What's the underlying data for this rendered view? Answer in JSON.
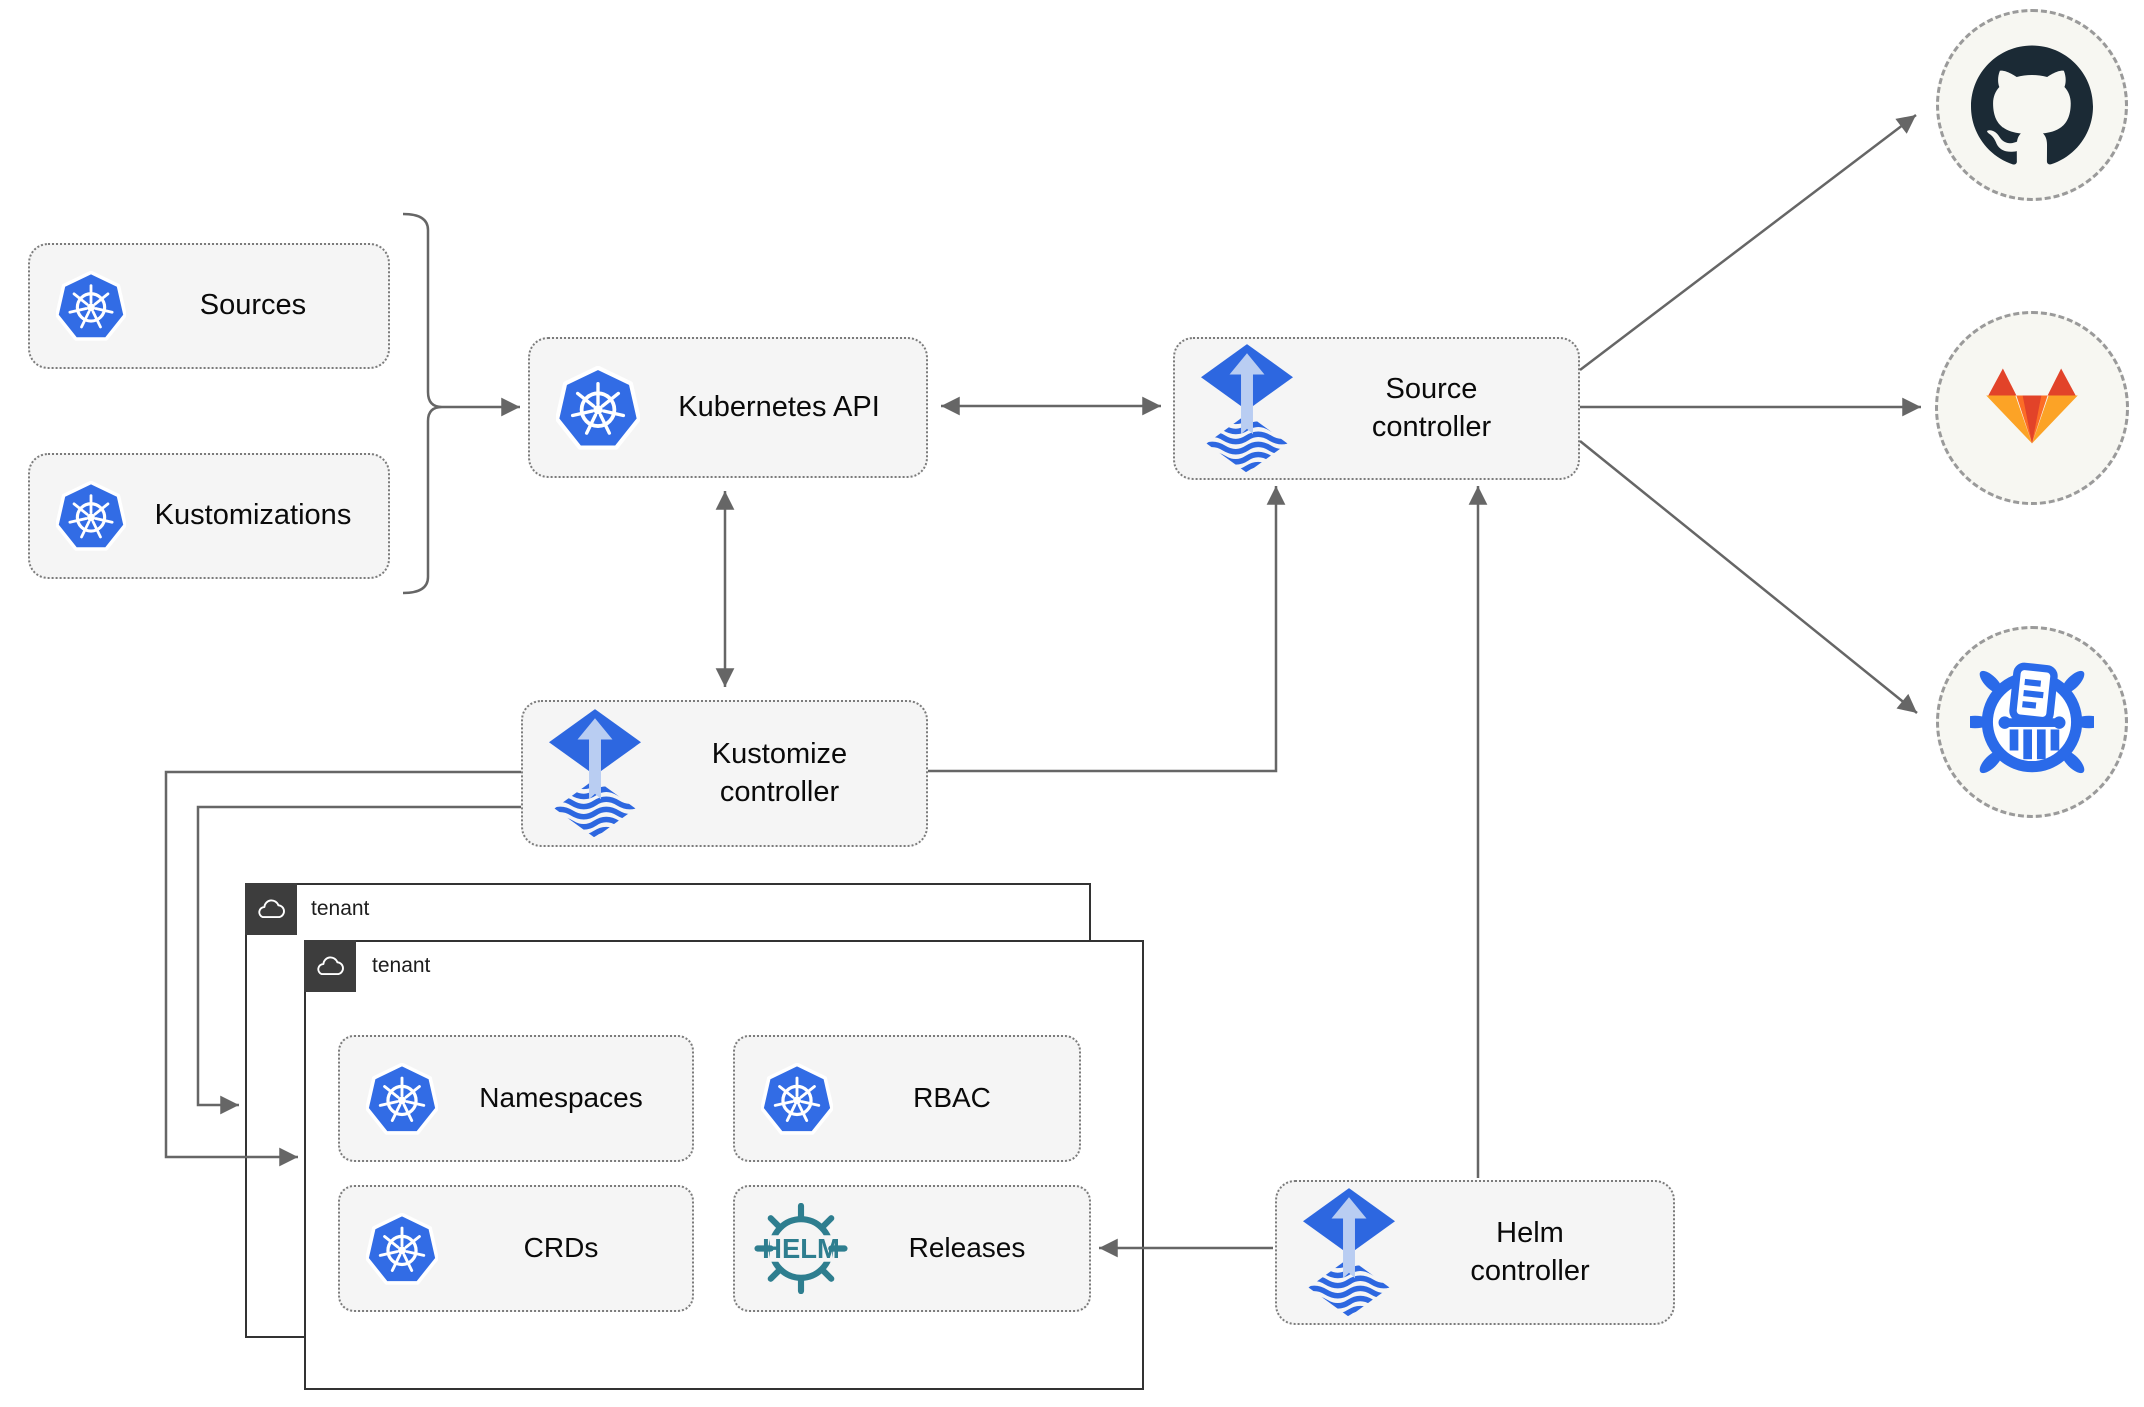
{
  "diagram_type": "flux-gitops-architecture",
  "nodes": {
    "sources": {
      "label": "Sources",
      "icon": "kubernetes"
    },
    "kustomizations": {
      "label": "Kustomizations",
      "icon": "kubernetes"
    },
    "kubernetes_api": {
      "label": "Kubernetes API",
      "icon": "kubernetes"
    },
    "source_controller": {
      "label": "Source controller",
      "icon": "flux"
    },
    "kustomize_controller": {
      "label": "Kustomize controller",
      "icon": "flux"
    },
    "helm_controller": {
      "label": "Helm controller",
      "icon": "flux"
    },
    "tenant_back": {
      "label": "tenant",
      "icon": "cloud"
    },
    "tenant_front": {
      "label": "tenant",
      "icon": "cloud"
    },
    "namespaces": {
      "label": "Namespaces",
      "icon": "kubernetes"
    },
    "rbac": {
      "label": "RBAC",
      "icon": "kubernetes"
    },
    "crds": {
      "label": "CRDs",
      "icon": "kubernetes"
    },
    "releases": {
      "label": "Releases",
      "icon": "helm",
      "icon_text": "HELM"
    }
  },
  "external_targets": {
    "github": {
      "icon": "github-octocat-icon"
    },
    "gitlab": {
      "icon": "gitlab-tanuki-icon"
    },
    "harbor": {
      "icon": "harbor-registry-icon"
    }
  },
  "edges": [
    {
      "from": "sources_and_kustomizations",
      "to": "kubernetes_api",
      "style": "brace-arrow"
    },
    {
      "from": "kubernetes_api",
      "to": "source_controller",
      "style": "double-arrow"
    },
    {
      "from": "kubernetes_api",
      "to": "kustomize_controller",
      "style": "double-arrow"
    },
    {
      "from": "kustomize_controller",
      "to": "source_controller",
      "style": "arrow"
    },
    {
      "from": "helm_controller",
      "to": "source_controller",
      "style": "arrow"
    },
    {
      "from": "helm_controller",
      "to": "releases",
      "style": "arrow"
    },
    {
      "from": "source_controller",
      "to": "github",
      "style": "arrow"
    },
    {
      "from": "source_controller",
      "to": "gitlab",
      "style": "arrow"
    },
    {
      "from": "source_controller",
      "to": "harbor",
      "style": "arrow"
    },
    {
      "from": "kustomize_controller",
      "to": "tenant_front",
      "style": "arrow"
    },
    {
      "from": "kustomize_controller",
      "to": "tenant_back",
      "style": "arrow"
    }
  ],
  "colors": {
    "node_bg": "#f5f5f5",
    "node_border": "#7b7b7b",
    "arrow": "#666666",
    "tenant_border": "#333333",
    "tenant_tab_bg": "#3d3d3d",
    "kubernetes_blue": "#326ce5",
    "flux_blue": "#2d67e0",
    "flux_light_blue": "#b9cdf2",
    "helm_teal": "#2e7e8f",
    "github_dark": "#1b2a35",
    "gitlab_red": "#e24329",
    "gitlab_orange": "#fc6d26",
    "gitlab_yellow": "#fca326",
    "harbor_blue": "#2a6ae9"
  }
}
